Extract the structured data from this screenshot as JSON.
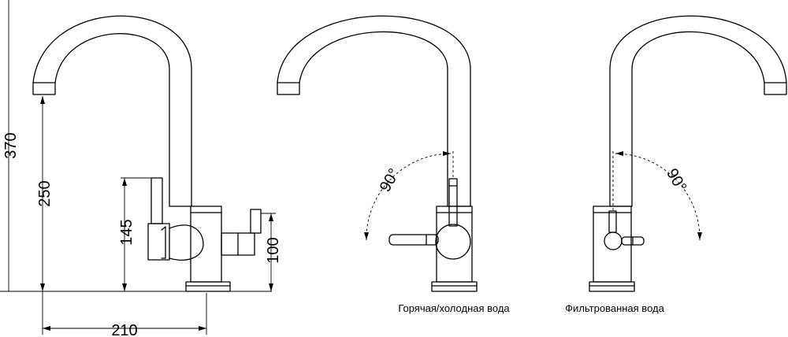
{
  "dimensions": {
    "total_height": "370",
    "spout_height": "250",
    "handle_height": "145",
    "side_handle_height": "100",
    "reach": "210"
  },
  "angles": {
    "hot_cold_rotation": "90°",
    "filtered_rotation": "90°"
  },
  "captions": {
    "hot_cold": "Горячая/холодная вода",
    "filtered": "Фильтрованная вода"
  }
}
